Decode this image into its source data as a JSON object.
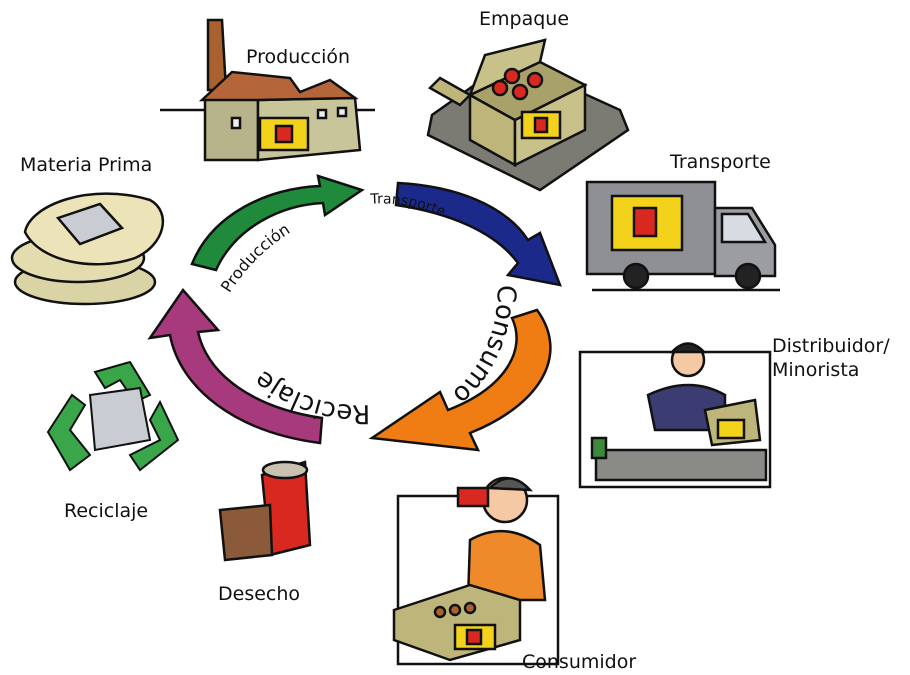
{
  "labels": {
    "materia_prima": "Materia Prima",
    "produccion": "Producción",
    "empaque": "Empaque",
    "transporte": "Transporte",
    "distribuidor_1": "Distribuidor/",
    "distribuidor_2": "Minorista",
    "consumidor": "Consumidor",
    "desecho": "Desecho",
    "reciclaje": "Reciclaje"
  },
  "cycle": {
    "produccion": "Producción",
    "transporte": "Transporte",
    "consumo": "Consumo",
    "reciclaje": "Reciclaje"
  },
  "colors": {
    "produccion_arrow": "#1f8a3c",
    "transporte_arrow": "#1b2a8a",
    "consumo_arrow": "#ef7d14",
    "reciclaje_arrow": "#a63a7c",
    "recycle_symbol": "#3aa64a",
    "building": "#b7b38a",
    "roof": "#b5653a",
    "box": "#bdb57a",
    "truck": "#8f9096",
    "can": "#d8281f"
  }
}
